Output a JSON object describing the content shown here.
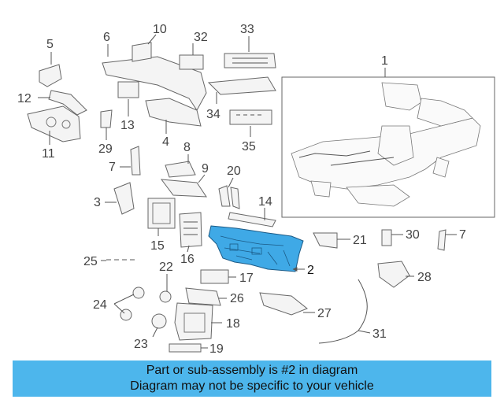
{
  "diagram": {
    "callouts": [
      "1",
      "2",
      "3",
      "4",
      "5",
      "6",
      "7",
      "7",
      "8",
      "9",
      "10",
      "11",
      "12",
      "13",
      "14",
      "15",
      "16",
      "17",
      "18",
      "19",
      "20",
      "21",
      "22",
      "23",
      "24",
      "25",
      "26",
      "27",
      "28",
      "29",
      "30",
      "31",
      "32",
      "33",
      "34",
      "35"
    ],
    "highlight_color": "#3fa9e6",
    "highlighted_part": "2"
  },
  "banner": {
    "line1": "Part or sub-assembly is #2 in diagram",
    "line2": "Diagram may not be specific to your vehicle",
    "color": "#4db6ec"
  }
}
